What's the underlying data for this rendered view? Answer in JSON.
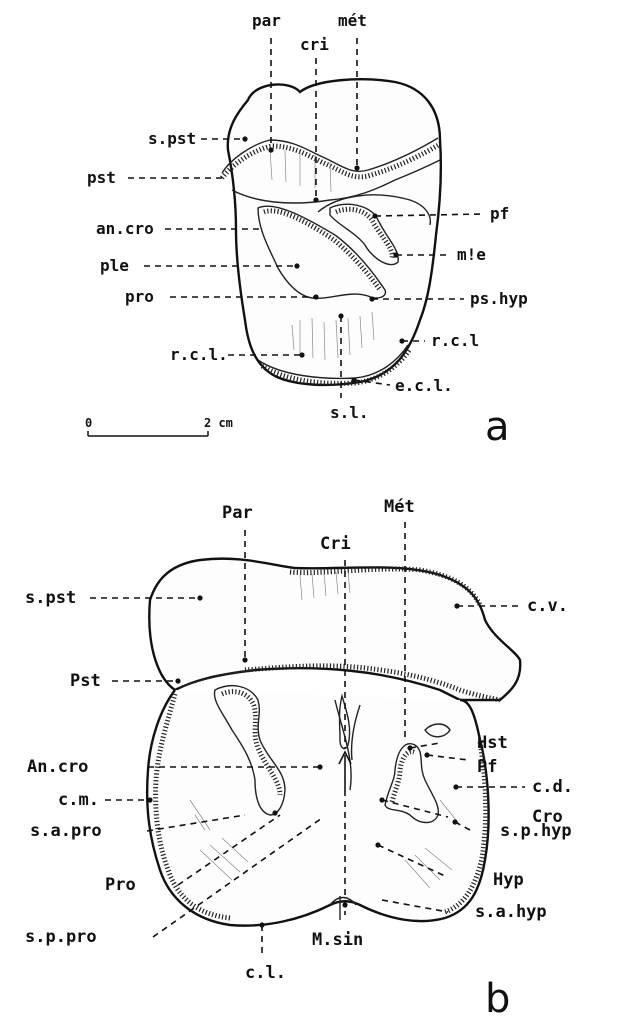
{
  "figure_a": {
    "panel_letter": "a",
    "labels": {
      "par": "par",
      "cri": "cri",
      "met": "mét",
      "s_pst": "s.pst",
      "pst": "pst",
      "an_cro": "an.cro",
      "ple": "ple",
      "pro": "pro",
      "pf": "pf",
      "mle": "m!e",
      "ps_hyp": "ps.hyp",
      "r_c_l_right": "r.c.l",
      "r_c_l_left": "r.c.l.",
      "e_c_l": "e.c.l.",
      "s_l": "s.l."
    },
    "scale_bar": {
      "start": "0",
      "end": "2 cm"
    }
  },
  "figure_b": {
    "panel_letter": "b",
    "labels": {
      "Par": "Par",
      "Met": "Mét",
      "Cri": "Cri",
      "s_pst": "s.pst",
      "c_v": "c.v.",
      "Pst": "Pst",
      "Hst": "Hst",
      "Pf": "Pf",
      "An_cro": "An.cro",
      "c_d": "c.d.",
      "c_m": "c.m.",
      "Cro": "Cro",
      "s_a_pro": "s.a.pro",
      "s_p_hyp": "s.p.hyp",
      "Pro": "Pro",
      "Hyp": "Hyp",
      "s_p_pro": "s.p.pro",
      "s_a_hyp": "s.a.hyp",
      "M_sin": "M.sin",
      "c_l": "c.l."
    }
  }
}
